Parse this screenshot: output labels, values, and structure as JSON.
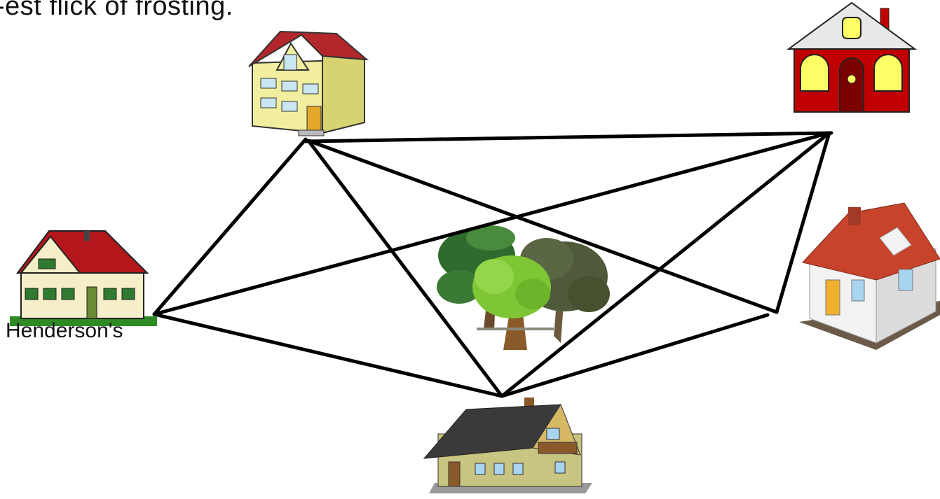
{
  "slide": {
    "top_text": "-est flick of frosting.",
    "house_label": "Henderson's"
  },
  "scene": {
    "houses": [
      {
        "name": "henderson-house",
        "style": "cottage",
        "roof_color": "#b3161b",
        "wall_color": "#f4efc8"
      },
      {
        "name": "yellow-house",
        "style": "townhouse",
        "roof_color": "#b3262a",
        "wall_color": "#f1ee9f"
      },
      {
        "name": "red-house",
        "style": "arched-windows",
        "roof_color": "#e8e8e8",
        "wall_color": "#c00000"
      },
      {
        "name": "white-house",
        "style": "3d",
        "roof_color": "#c8432b",
        "wall_color": "#f2f2f2"
      },
      {
        "name": "lodge-house",
        "style": "lodge",
        "roof_color": "#3a3a3a",
        "wall_color": "#c8c481"
      }
    ],
    "center_feature": "trees-icon",
    "connection_color": "#000000"
  }
}
